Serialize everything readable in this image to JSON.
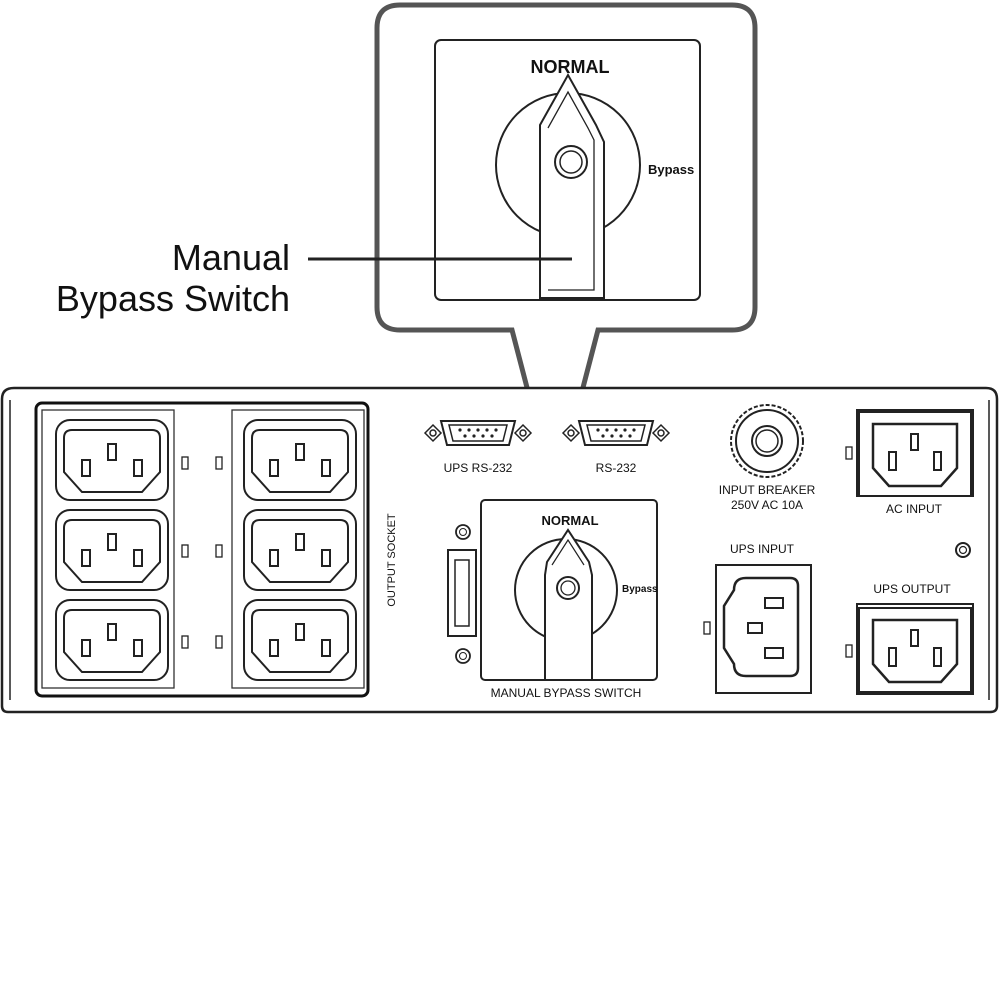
{
  "callout": {
    "label_line1": "Manual",
    "label_line2": "Bypass Switch",
    "switch_normal": "NORMAL",
    "switch_bypass": "Bypass"
  },
  "panel": {
    "output_socket": "OUTPUT SOCKET",
    "ups_rs232": "UPS RS-232",
    "rs232": "RS-232",
    "input_breaker_line1": "INPUT BREAKER",
    "input_breaker_line2": "250V AC 10A",
    "ac_input": "AC INPUT",
    "ups_input": "UPS INPUT",
    "ups_output": "UPS OUTPUT",
    "manual_bypass_switch": "MANUAL BYPASS SWITCH",
    "switch_normal": "NORMAL",
    "switch_bypass": "Bypass"
  }
}
